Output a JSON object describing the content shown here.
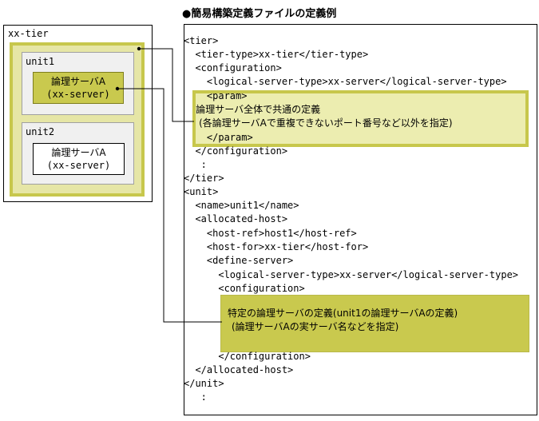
{
  "title": "●簡易構築定義ファイルの定義例",
  "left_panel": {
    "tier_label": "xx-tier",
    "unit1": {
      "label": "unit1",
      "server_name": "論理サーバA",
      "server_type": "(xx-server)"
    },
    "unit2": {
      "label": "unit2",
      "server_name": "論理サーバA",
      "server_type": "(xx-server)"
    }
  },
  "code": {
    "lines_top": [
      "<tier>",
      "  <tier-type>xx-tier</tier-type>",
      "  <configuration>",
      "    <logical-server-type>xx-server</logical-server-type>",
      "    <param>"
    ],
    "note1_line1": "    論理サーバ全体で共通の定義",
    "note1_line2": "     (各論理サーバAで重複できないポート番号など以外を指定)",
    "note1_line3": "    </param>",
    "lines_middle": [
      "  </configuration>",
      "   :",
      "</tier>",
      "<unit>",
      "  <name>unit1</name>",
      "  <allocated-host>",
      "    <host-ref>host1</host-ref>",
      "    <host-for>xx-tier</host-for>",
      "    <define-server>",
      "      <logical-server-type>xx-server</logical-server-type>",
      "      <configuration>"
    ],
    "note2_line1": "特定の論理サーバの定義(unit1の論理サーバAの定義)",
    "note2_line2": "(論理サーバAの実サーバ名などを指定)",
    "lines_bottom": [
      "      </configuration>",
      "  </allocated-host>",
      "</unit>",
      "   :"
    ]
  },
  "colors": {
    "olive_light": "#e6e6a6",
    "olive_border": "#c7c74c",
    "olive_dark": "#c9c94e"
  }
}
